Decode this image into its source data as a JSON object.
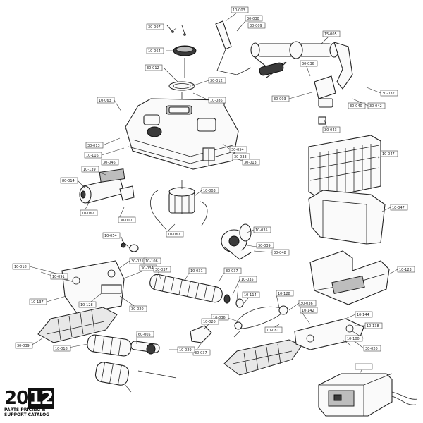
{
  "brand": {
    "year_prefix": "20",
    "year_suffix": "12",
    "line1": "PARTS PRICING &",
    "line2": "SUPPORT CATALOG"
  },
  "callouts": [
    "30-007",
    "10-064",
    "30-012",
    "30-012",
    "10-086",
    "10-063",
    "10-003",
    "30-030",
    "30-009",
    "15-005",
    "30-036",
    "30-003",
    "30-032",
    "30-042",
    "30-040",
    "30-043",
    "30-013",
    "10-116",
    "30-046",
    "30-054",
    "30-033",
    "30-013",
    "10-139",
    "10-047",
    "80-014",
    "10-003",
    "10-062",
    "30-007",
    "10-067",
    "10-035",
    "30-039",
    "30-048",
    "10-054",
    "10-047",
    "10-123",
    "10-018",
    "30-021",
    "30-034",
    "10-106",
    "10-091",
    "10-137",
    "10-128",
    "30-020",
    "30-037",
    "10-031",
    "30-037",
    "10-035",
    "10-128",
    "10-114",
    "30-036",
    "10-142",
    "10-144",
    "10-138",
    "10-036",
    "30-020",
    "10-081",
    "10-100",
    "10-020",
    "30-037",
    "10-029",
    "30-039",
    "10-018",
    "60-005"
  ]
}
